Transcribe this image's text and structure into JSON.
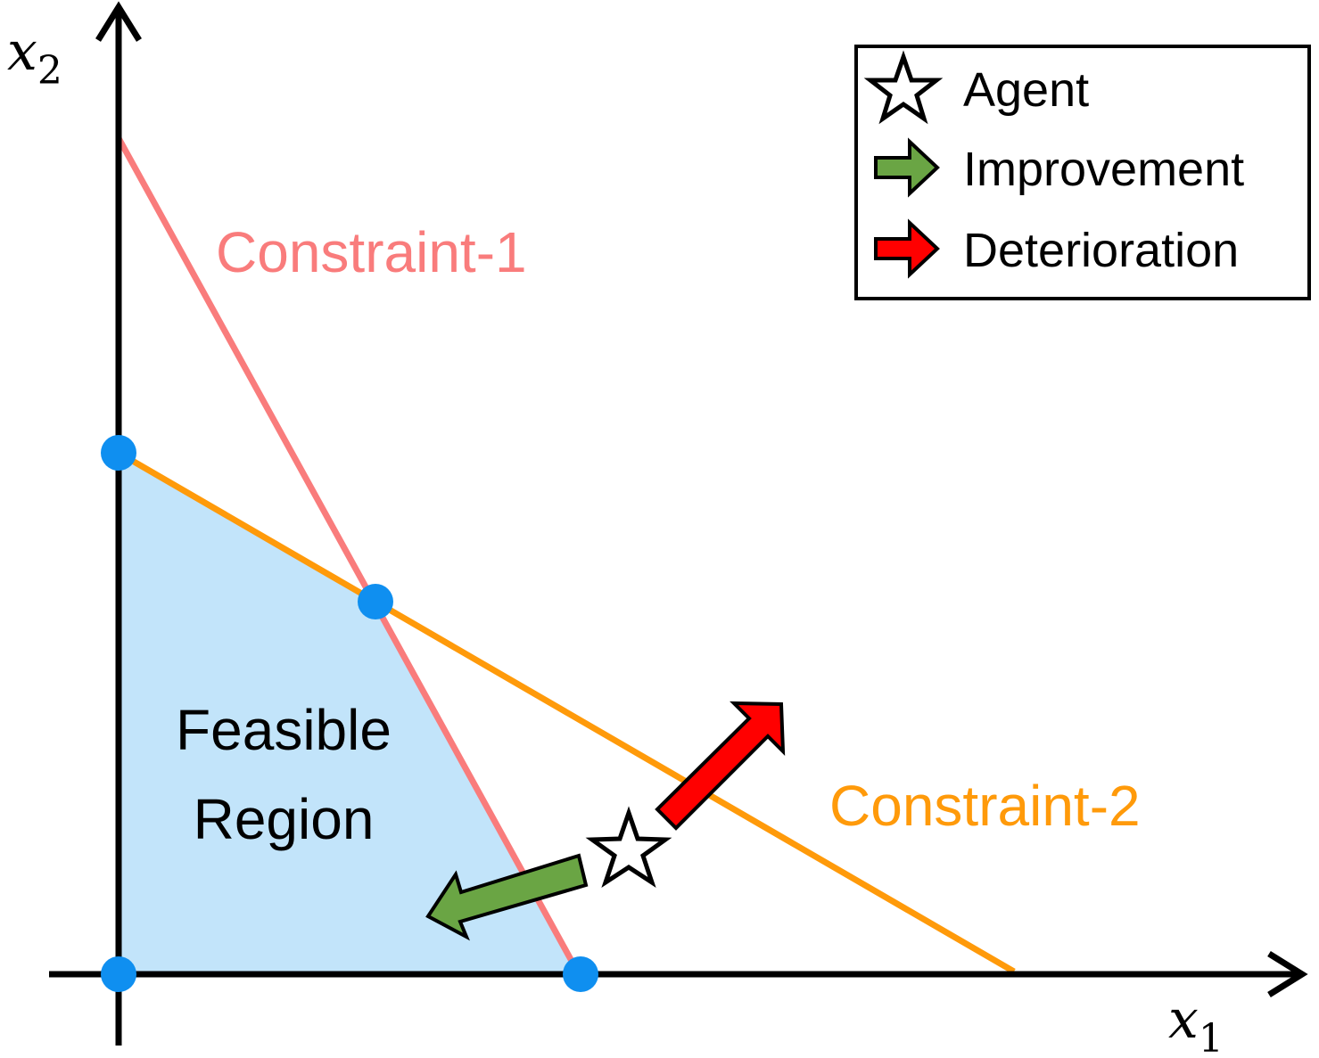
{
  "axes": {
    "x_label": "x",
    "x_sub": "1",
    "y_label": "x",
    "y_sub": "2"
  },
  "constraints": [
    {
      "label": "Constraint-1",
      "color": "#f97c7c"
    },
    {
      "label": "Constraint-2",
      "color": "#ff9a0a"
    }
  ],
  "region": {
    "line1": "Feasible",
    "line2": "Region",
    "fill": "#c2e4fa"
  },
  "vertex_color": "#0f8ff0",
  "legend": {
    "items": [
      {
        "label": "Agent",
        "icon": "star-icon"
      },
      {
        "label": "Improvement",
        "icon": "green-arrow-icon",
        "color": "#6aa544"
      },
      {
        "label": "Deterioration",
        "icon": "red-arrow-icon",
        "color": "#ff0000"
      }
    ]
  }
}
